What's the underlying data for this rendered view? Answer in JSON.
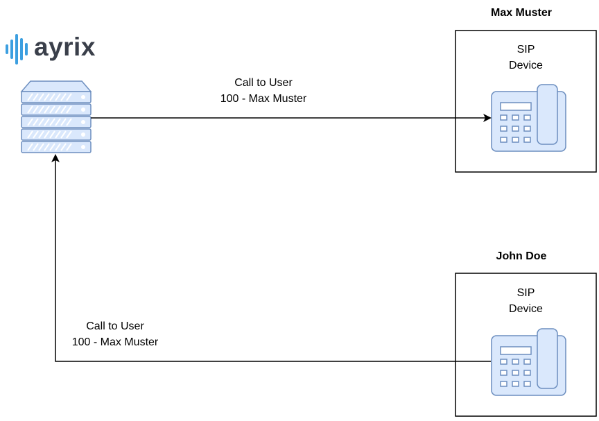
{
  "logo": {
    "text": "ayrix",
    "accent_color": "#3c9fe0",
    "text_color": "#3a3f4a"
  },
  "server": {
    "icon": "server-rack-icon",
    "fill_color": "#dae8fc",
    "stroke_color": "#6c8ebf"
  },
  "calls": [
    {
      "line1": "Call to User",
      "line2": "100 - Max Muster"
    },
    {
      "line1": "Call to User",
      "line2": "100 - Max Muster"
    }
  ],
  "devices": [
    {
      "owner": "Max Muster",
      "line1": "SIP",
      "line2": "Device",
      "icon": "desk-phone-icon"
    },
    {
      "owner": "John Doe",
      "line1": "SIP",
      "line2": "Device",
      "icon": "desk-phone-icon"
    }
  ],
  "colors": {
    "icon_fill": "#dae8fc",
    "icon_stroke": "#6c8ebf",
    "line": "#000000"
  }
}
